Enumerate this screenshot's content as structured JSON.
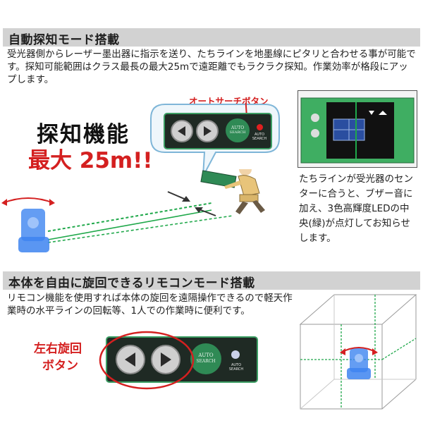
{
  "section1": {
    "title": "自動探知モード搭載",
    "description": "受光器側からレーザー墨出器に指示を送り、たちラインを地墨線にピタリと合わせる事が可能です。探知可能範囲はクラス最長の最大25mで遠距離でもラクラク探知。作業効率が格段にアップします。",
    "auto_search_callout": "オートサーチボタン",
    "feature_title": "探知機能",
    "feature_range": "最大 25m!!",
    "remote_auto_label_line1": "AUTO",
    "remote_auto_label_line2": "SEARCH",
    "remote_small_label": "AUTO SEARCH",
    "receiver_caption": "たちラインが受光器のセンターに合うと、ブザー音に加え、3色高輝度LEDの中央(緑)が点灯してお知らせします。"
  },
  "section2": {
    "title": "本体を自由に旋回できるリモコンモード搭載",
    "description": "リモコン機能を使用すれば本体の旋回を遠隔操作できるので軽天作業時の水平ラインの回転等、1人での作業時に便利です。",
    "rotate_label_line1": "左右旋回",
    "rotate_label_line2": "ボタン",
    "remote_auto_label_line1": "AUTO",
    "remote_auto_label_line2": "SEARCH",
    "remote_small_label": "AUTO SEARCH"
  },
  "colors": {
    "header_bg": "#d2d2d2",
    "accent_red": "#d42020",
    "laser_green": "#1fa84a",
    "robot_blue": "#3d84f0",
    "remote_body": "#1f2a24"
  },
  "icons": [
    "left-arrow-icon",
    "right-arrow-icon",
    "rotation-arrow-icon",
    "laser-level-icon",
    "worker-icon",
    "receiver-icon",
    "room-cube-icon"
  ]
}
